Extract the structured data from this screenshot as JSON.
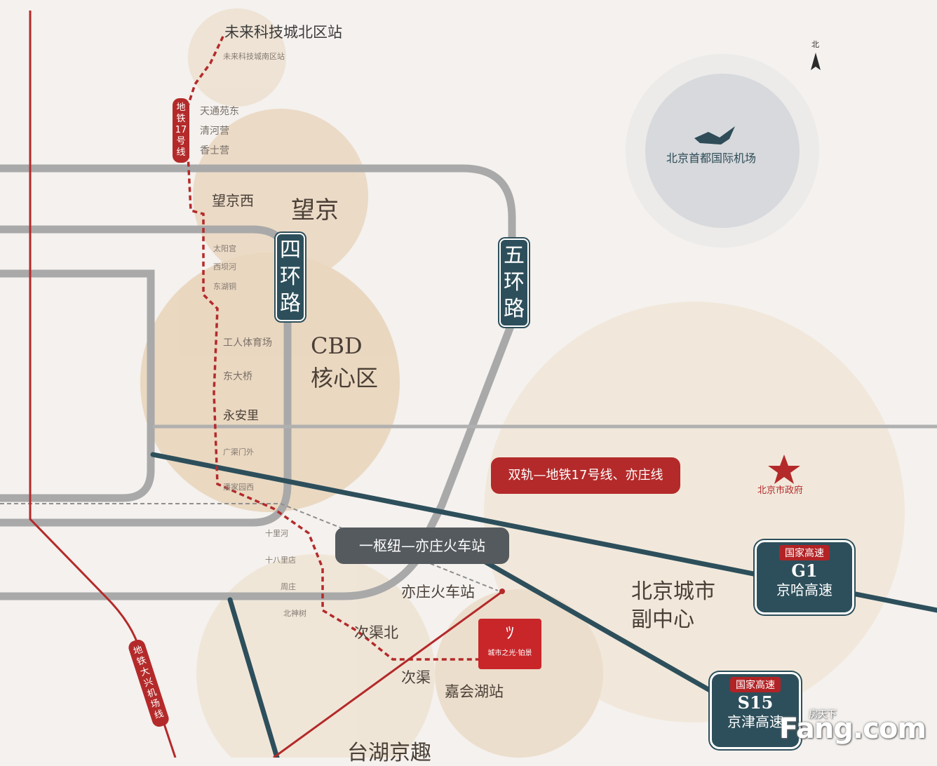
{
  "map": {
    "north_label": "北",
    "airport": "北京首都国际机场",
    "districts": {
      "wangjing": "望京",
      "cbd_line1": "CBD",
      "cbd_line2": "核心区",
      "subcenter_line1": "北京城市",
      "subcenter_line2": "副中心",
      "taihu": "台湖京趣",
      "gov": "北京市政府"
    },
    "ring_roads": {
      "fourth": "四环路",
      "fifth": "五环路"
    },
    "line17_stations": {
      "north_terminus": "未来科技城北区站",
      "north_terminus_small": "未来科技城南区站",
      "s1": "天通苑东",
      "s2": "清河营",
      "s3": "香士营",
      "wangjingxi": "望京西",
      "s5": "太阳宫",
      "s6": "西坝河",
      "s7": "东湖铜",
      "gongti": "工人体育场",
      "dongdaqiao": "东大桥",
      "yonganli": "永安里",
      "guangqumen": "广渠门外",
      "s12": "潘家园西",
      "s13": "十里河",
      "s14": "十八里店",
      "s15": "周庄",
      "s16": "北神树",
      "ciqubei": "次渠北",
      "ciqu": "次渠",
      "jiahuihu": "嘉会湖站",
      "yizhuang_station": "亦庄火车站"
    },
    "line_labels": {
      "line17_vertical": "地铁17号线",
      "daxing_line": "地铁大兴机场线",
      "hub_label": "一枢纽—亦庄火车站",
      "dual_rail": "双轨—地铁17号线、亦庄线",
      "project": "城市之光·铂景"
    },
    "highways": {
      "g1_tag": "国家高速",
      "g1_code": "G1",
      "g1_name": "京哈高速",
      "s15_tag": "国家高速",
      "s15_code": "S15",
      "s15_name": "京津高速"
    },
    "watermark": "Fang.com",
    "watermark_small": "房天下"
  }
}
